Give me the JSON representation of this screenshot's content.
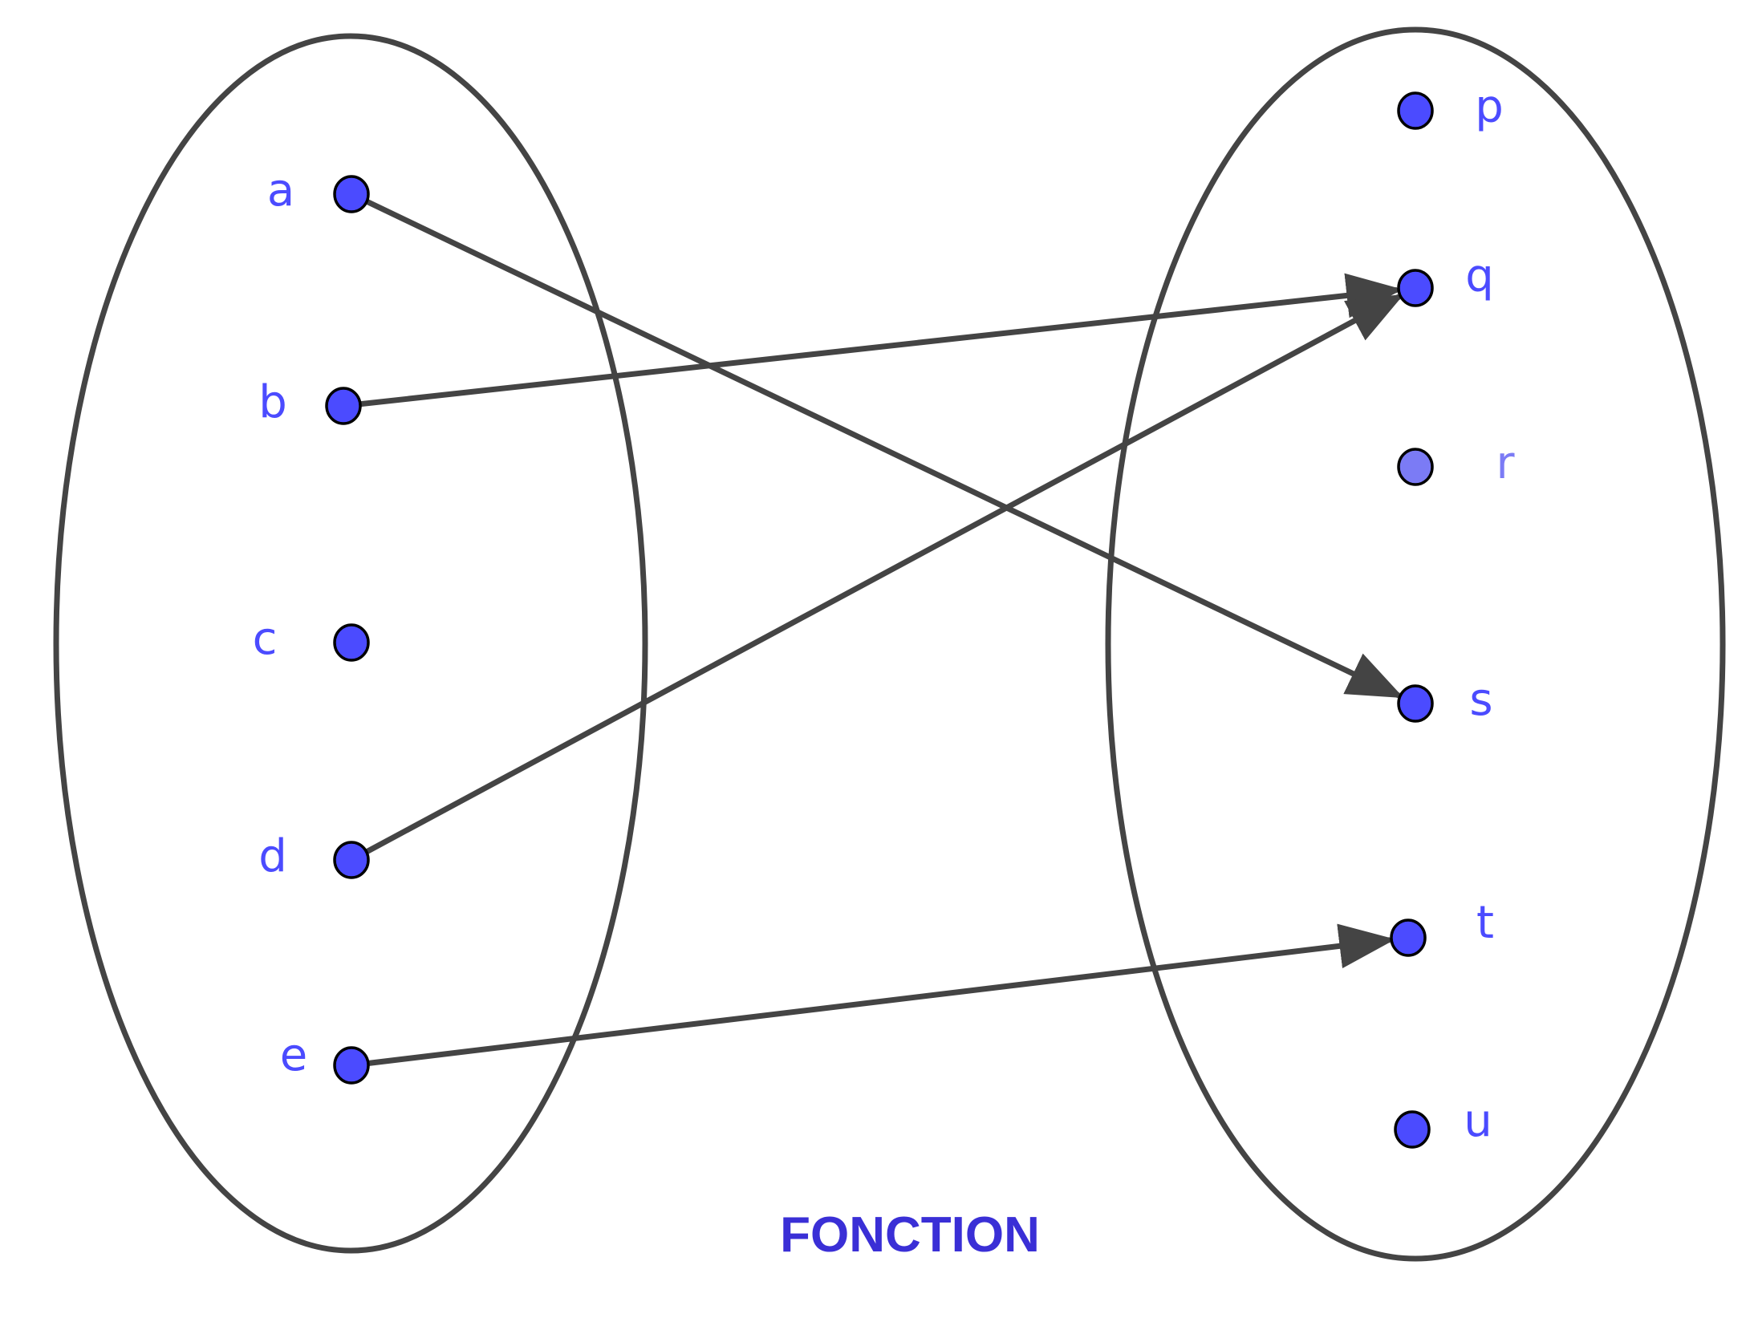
{
  "title": "FONCTION",
  "colors": {
    "point_fill": "#4b4bff",
    "point_fill_light": "#7b7bf5",
    "label": "#4b4bff",
    "title": "#3a2fd6",
    "line": "#444444"
  },
  "domain_set": {
    "name": "left-set",
    "elements": [
      {
        "id": "a",
        "label": "a"
      },
      {
        "id": "b",
        "label": "b"
      },
      {
        "id": "c",
        "label": "c"
      },
      {
        "id": "d",
        "label": "d"
      },
      {
        "id": "e",
        "label": "e"
      }
    ]
  },
  "codomain_set": {
    "name": "right-set",
    "elements": [
      {
        "id": "p",
        "label": "p"
      },
      {
        "id": "q",
        "label": "q"
      },
      {
        "id": "r",
        "label": "r",
        "light": true
      },
      {
        "id": "s",
        "label": "s"
      },
      {
        "id": "t",
        "label": "t"
      },
      {
        "id": "u",
        "label": "u"
      }
    ]
  },
  "mappings": [
    {
      "from": "a",
      "to": "s"
    },
    {
      "from": "b",
      "to": "q"
    },
    {
      "from": "d",
      "to": "q"
    },
    {
      "from": "e",
      "to": "t"
    }
  ]
}
